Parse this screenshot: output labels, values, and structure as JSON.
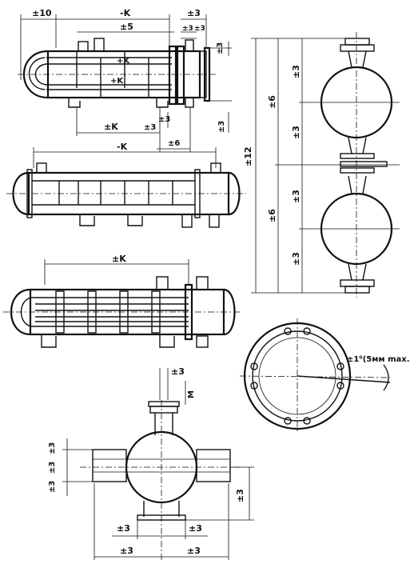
{
  "view1": {
    "labels": {
      "top_left": "±10",
      "top_mid": "-K",
      "top_right": "±3",
      "sub_mid": "±5",
      "small_right_1": "±3",
      "small_right_2": "±3",
      "far_right": "±3",
      "inner_k1": "+K",
      "inner_k2": "+K",
      "bottom_k": "±K",
      "bottom_3a": "±3",
      "bottom_3b": "±3",
      "bottom_3c": "±3",
      "bottom_6": "±6"
    }
  },
  "view2": {
    "labels": {
      "top_k": "-K"
    }
  },
  "view3": {
    "labels": {
      "top_k": "±K"
    }
  },
  "side_view": {
    "labels": {
      "overall": "±12",
      "upper_6": "±6",
      "lower_6": "±6",
      "r1": "±3",
      "r2": "±3",
      "r3": "±3",
      "r4": "±3"
    }
  },
  "flange_view": {
    "labels": {
      "tolerance": "±1⁰(5мм max."
    }
  },
  "bottom_view": {
    "labels": {
      "top_3": "±3",
      "m": "M",
      "left_a": "±3",
      "left_b": "±3",
      "left_c": "±3",
      "right_3": "±3",
      "bottom_a": "±3",
      "bottom_b": "±3",
      "bottom_c": "±3",
      "bottom_d": "±3"
    }
  }
}
